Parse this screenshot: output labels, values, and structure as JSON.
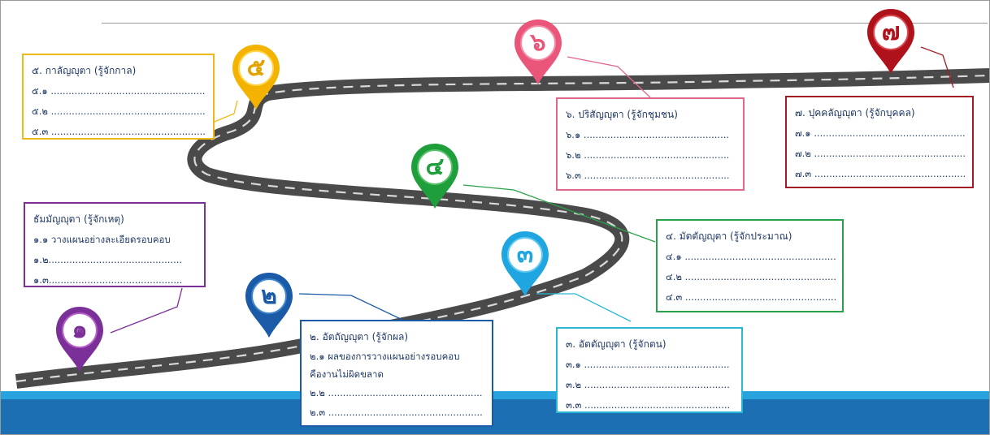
{
  "pins": [
    {
      "number": "๑",
      "color": "#7b2f98",
      "ring": "#b85fc9"
    },
    {
      "number": "๒",
      "color": "#1a5aa6",
      "ring": "#3f86d0"
    },
    {
      "number": "๓",
      "color": "#1fa6e0",
      "ring": "#62c9f0"
    },
    {
      "number": "๔",
      "color": "#1f9e3c",
      "ring": "#57c26a"
    },
    {
      "number": "๕",
      "color": "#f3b300",
      "ring": "#ffd54a"
    },
    {
      "number": "๖",
      "color": "#e9567a",
      "ring": "#f48aa6"
    },
    {
      "number": "๗",
      "color": "#b0121b",
      "ring": "#d94b52"
    }
  ],
  "boxes": [
    {
      "border": "#7b2f98",
      "lines": [
        "ธัมมัญญุตา  (รู้จักเหตุ)",
        "๑.๑ วางแผนอย่างละเอียดรอบคอบ",
        "๑.๒.............................................",
        "๑.๓............................................."
      ]
    },
    {
      "border": "#1a5aa6",
      "lines": [
        "๒. อัตถัญญุตา  (รู้จักผล)",
        "๒.๑ ผลของการวางแผนอย่างรอบคอบ",
        "คืองานไม่ผิดขลาด",
        "๒.๒ ....................................................",
        "๒.๓ ...................................................."
      ]
    },
    {
      "border": "#29b7d6",
      "lines": [
        "๓. อัตตัญญุตา  (รู้จักตน)",
        "๓.๑ .................................................",
        "๓.๒ .................................................",
        "๓.๓ ................................................."
      ]
    },
    {
      "border": "#2aa24a",
      "lines": [
        "๔. มัตตัญญุตา  (รู้จักประมาณ)",
        "๔.๑ ....................................................",
        "๔.๒ ....................................................",
        "๔.๓ ...................................................."
      ]
    },
    {
      "border": "#f0b91a",
      "lines": [
        "๕. กาลัญญุตา  (รู้จักกาล)",
        "๕.๑ ....................................................",
        "๕.๒ ....................................................",
        "๕.๓ ...................................................."
      ]
    },
    {
      "border": "#e0678a",
      "lines": [
        "๖. ปริสัญญุตา  (รู้จักชุมชน)",
        "๖.๑ .................................................",
        "๖.๒ .................................................",
        "๖.๓ ................................................."
      ]
    },
    {
      "border": "#a31c24",
      "lines": [
        "๗. ปุคคลัญญุตา  (รู้จักบุคคล)",
        "๗.๑ ...................................................",
        "๗.๒ ...................................................",
        "๗.๓ ..................................................."
      ]
    }
  ],
  "colors": {
    "road": "#4a4a4a",
    "road_dash": "#d9d9d9",
    "band_light": "#29a3de",
    "band_dark": "#1b6fb2",
    "text": "#1f3864"
  }
}
